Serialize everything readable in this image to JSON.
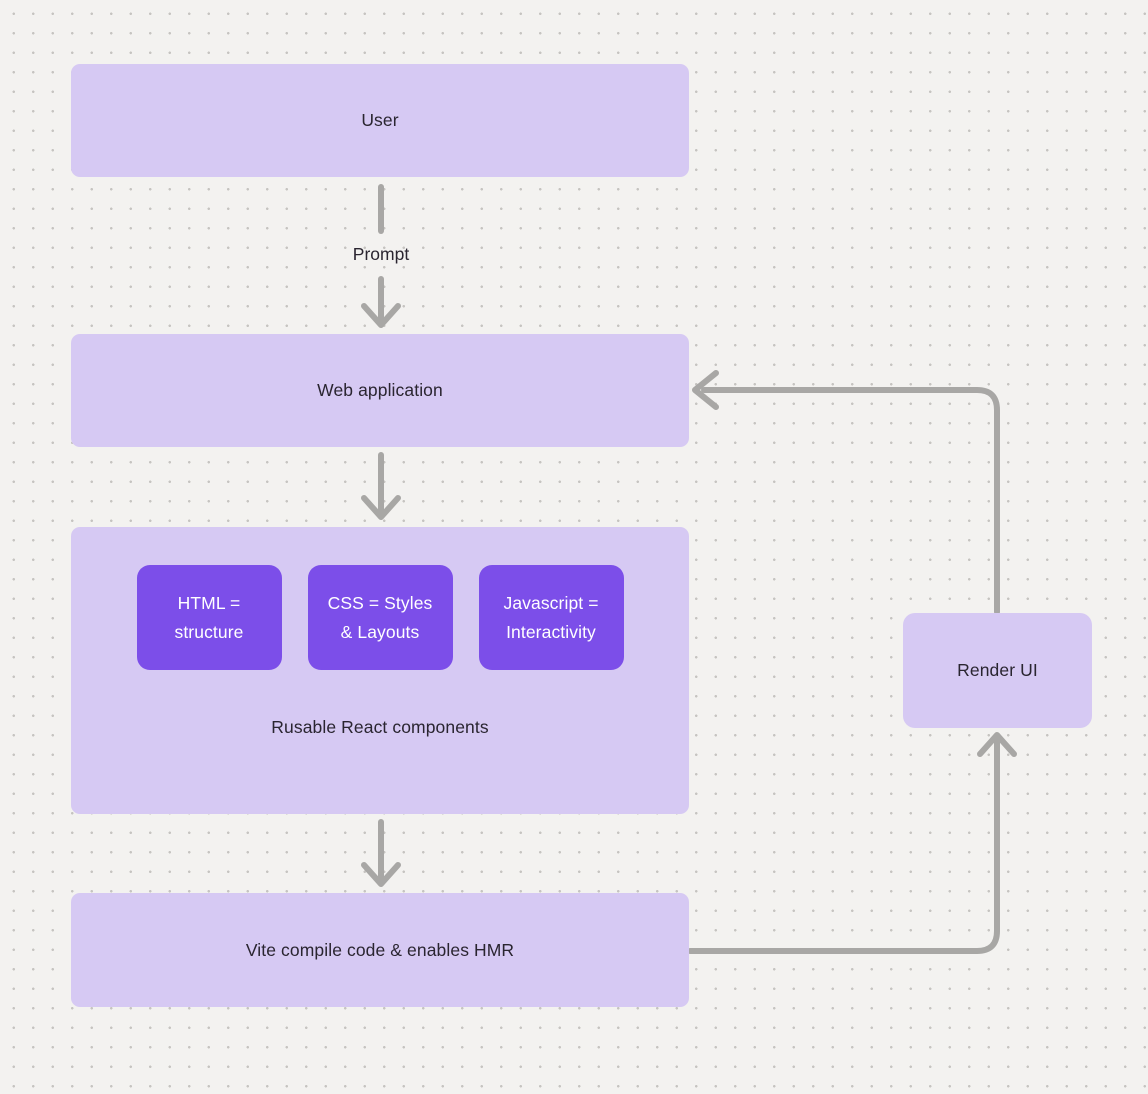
{
  "diagram": {
    "nodes": {
      "user": {
        "label": "User"
      },
      "web_application": {
        "label": "Web application"
      },
      "components_group": {
        "caption": "Rusable React components",
        "children": [
          {
            "label": "HTML = structure",
            "lines": [
              "HTML =",
              "structure"
            ]
          },
          {
            "label": "CSS = Styles & Layouts",
            "lines": [
              "CSS = Styles",
              "& Layouts"
            ]
          },
          {
            "label": "Javascript = Interactivity",
            "lines": [
              "Javascript =",
              "Interactivity"
            ]
          }
        ]
      },
      "vite": {
        "label": "Vite compile code & enables HMR"
      },
      "render_ui": {
        "label": "Render UI"
      }
    },
    "edge_labels": {
      "prompt": "Prompt"
    },
    "colors": {
      "background": "#f3f2f0",
      "grid_dot": "#c6c4c1",
      "node_fill": "#d6c9f3",
      "accent_fill": "#7c4ee9",
      "accent_text": "#ffffff",
      "text": "#2a2530",
      "arrow": "#a8a7a5"
    }
  }
}
